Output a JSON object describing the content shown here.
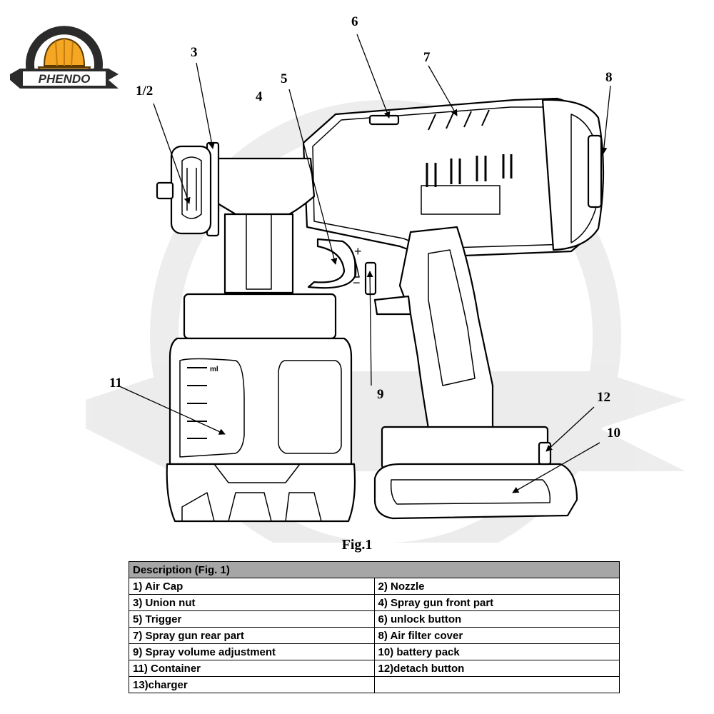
{
  "logo": {
    "brand_text": "PHENDO",
    "accent_color": "#f5a623"
  },
  "diagram": {
    "callouts": [
      {
        "id": "c12",
        "label": "1/2"
      },
      {
        "id": "c3",
        "label": "3"
      },
      {
        "id": "c4",
        "label": "4"
      },
      {
        "id": "c5",
        "label": "5"
      },
      {
        "id": "c6",
        "label": "6"
      },
      {
        "id": "c7",
        "label": "7"
      },
      {
        "id": "c8",
        "label": "8"
      },
      {
        "id": "c9",
        "label": "9"
      },
      {
        "id": "c10",
        "label": "10"
      },
      {
        "id": "c11",
        "label": "11"
      },
      {
        "id": "c12b",
        "label": "12"
      }
    ],
    "gauge_mark": "ml",
    "dial_plus": "+",
    "dial_minus": "−"
  },
  "caption": "Fig.1",
  "table": {
    "header": "Description (Fig. 1)",
    "rows": [
      [
        "1) Air Cap",
        "2) Nozzle"
      ],
      [
        "3) Union nut",
        "4) Spray gun front part"
      ],
      [
        "5) Trigger",
        "6) unlock button"
      ],
      [
        "7)  Spray gun rear part",
        "8) Air filter cover"
      ],
      [
        "9)  Spray volume adjustment",
        "10) battery pack"
      ],
      [
        "11) Container",
        "12)detach button"
      ],
      [
        "13)charger",
        ""
      ]
    ]
  }
}
